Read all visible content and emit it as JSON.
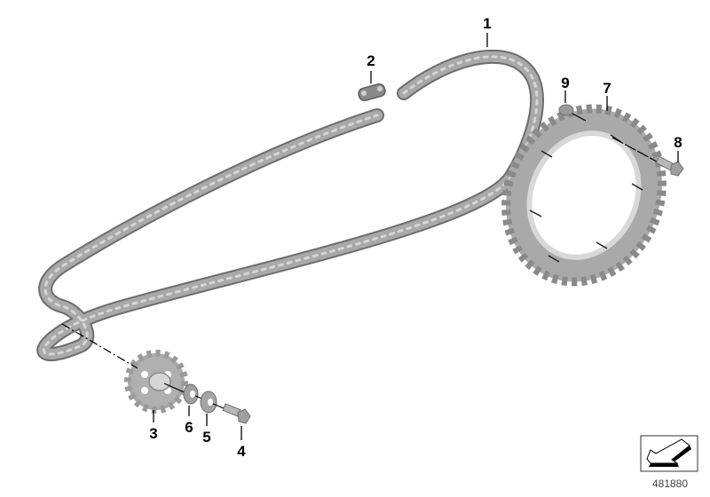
{
  "diagram": {
    "type": "exploded parts diagram",
    "subject": "Drive chain and sprocket assembly",
    "colors": {
      "part_fill": "#a9a9a9",
      "part_dark": "#6e6e6e",
      "part_light": "#d2d2d2",
      "leader_line": "#000000",
      "background": "#ffffff"
    },
    "callouts": [
      {
        "number": "1",
        "part": "drive-chain"
      },
      {
        "number": "2",
        "part": "chain-master-link"
      },
      {
        "number": "3",
        "part": "front-sprocket"
      },
      {
        "number": "4",
        "part": "sprocket-bolt"
      },
      {
        "number": "5",
        "part": "washer"
      },
      {
        "number": "6",
        "part": "spring-washer"
      },
      {
        "number": "7",
        "part": "rear-sprocket"
      },
      {
        "number": "8",
        "part": "rear-sprocket-bolt"
      },
      {
        "number": "9",
        "part": "rear-sprocket-nut"
      }
    ]
  },
  "reference": {
    "icon": "arrow-pointer-icon",
    "id": "481880"
  }
}
